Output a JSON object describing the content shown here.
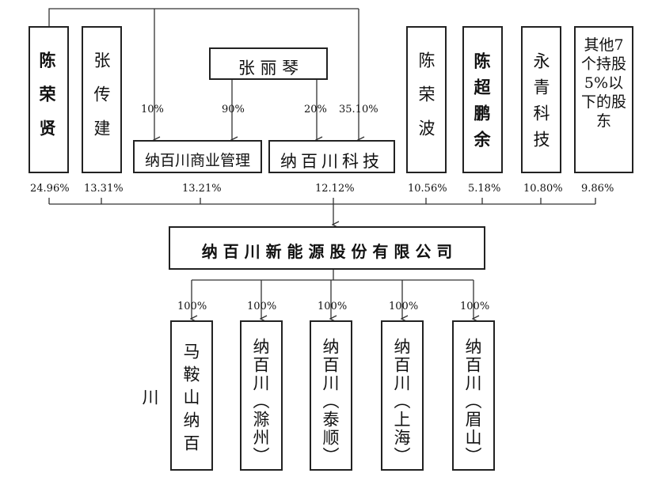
{
  "shareholders": [
    {
      "name": "陈荣贤",
      "pct": "24.96%"
    },
    {
      "name": "张传建",
      "pct": "13.31%"
    },
    {
      "name": "纳百川商业管理",
      "pct": "13.21%"
    },
    {
      "name": "纳百川科技",
      "pct": "12.12%"
    },
    {
      "name": "陈荣波",
      "pct": "10.56%"
    },
    {
      "name": "陈超鹏余",
      "pct": "5.18%"
    },
    {
      "name": "永青科技",
      "pct": "10.80%"
    },
    {
      "name": "其他7个持股5%以下的股东",
      "pct": "9.86%"
    }
  ],
  "zhang_liqin": {
    "name": "张 丽 琴",
    "to_mgmt": "90%",
    "to_tech": "20%"
  },
  "chen_rongxian_to": {
    "mgmt": "10%",
    "tech": "35.10%"
  },
  "company": "纳 百 川 新 能 源 股 份 有 限 公 司",
  "subsidiaries": [
    {
      "name": "马鞍山纳百川",
      "pct": "100%"
    },
    {
      "name": "纳百川（滁州）",
      "pct": "100%"
    },
    {
      "name": "纳百川（泰顺）",
      "pct": "100%"
    },
    {
      "name": "纳百川（上海）",
      "pct": "100%"
    },
    {
      "name": "纳百川（眉山）",
      "pct": "100%"
    }
  ]
}
